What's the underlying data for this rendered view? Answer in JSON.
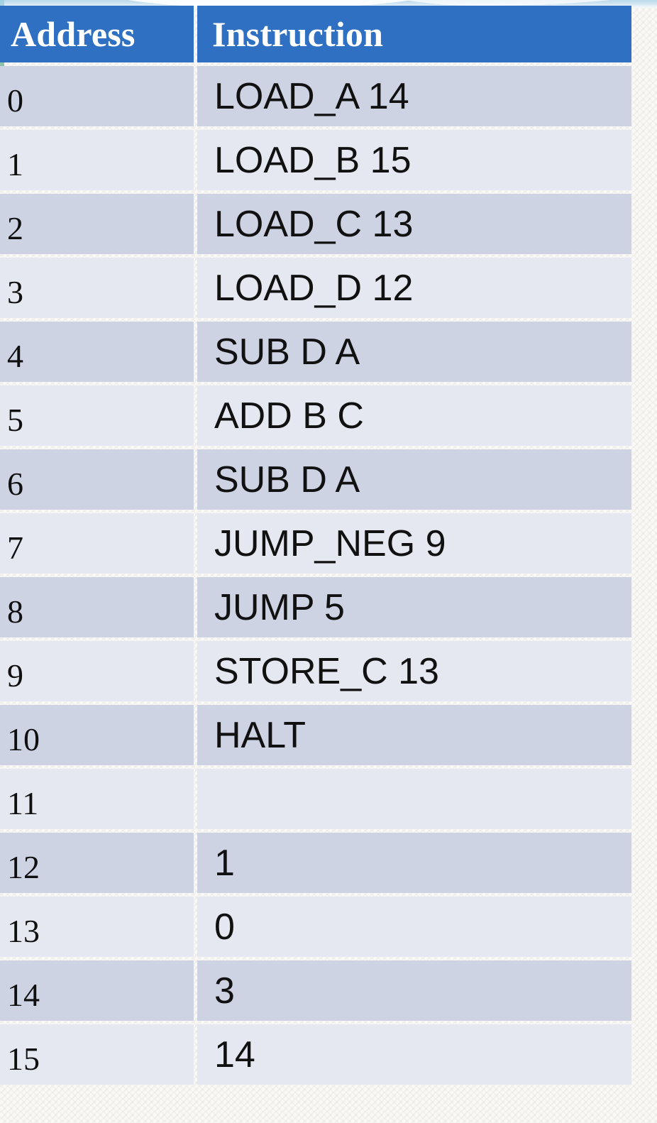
{
  "slide": {
    "background_color": "#faf9f7",
    "accent_band_color": "#b9d9ea",
    "header_fill": "#3070c2",
    "row_dark_fill": "#ced3e4",
    "row_light_fill": "#e5e8f1"
  },
  "table": {
    "columns": [
      "Address",
      "Instruction"
    ],
    "rows": [
      {
        "address": "0",
        "instruction": "LOAD_A 14"
      },
      {
        "address": "1",
        "instruction": "LOAD_B 15"
      },
      {
        "address": "2",
        "instruction": "LOAD_C 13"
      },
      {
        "address": "3",
        "instruction": "LOAD_D 12"
      },
      {
        "address": "4",
        "instruction": "SUB D A"
      },
      {
        "address": "5",
        "instruction": "ADD B C"
      },
      {
        "address": "6",
        "instruction": "SUB D A"
      },
      {
        "address": "7",
        "instruction": "JUMP_NEG 9"
      },
      {
        "address": "8",
        "instruction": "JUMP 5"
      },
      {
        "address": "9",
        "instruction": "STORE_C 13"
      },
      {
        "address": "10",
        "instruction": "HALT"
      },
      {
        "address": "11",
        "instruction": ""
      },
      {
        "address": "12",
        "instruction": "1"
      },
      {
        "address": "13",
        "instruction": "0"
      },
      {
        "address": "14",
        "instruction": "3"
      },
      {
        "address": "15",
        "instruction": "14"
      }
    ]
  }
}
